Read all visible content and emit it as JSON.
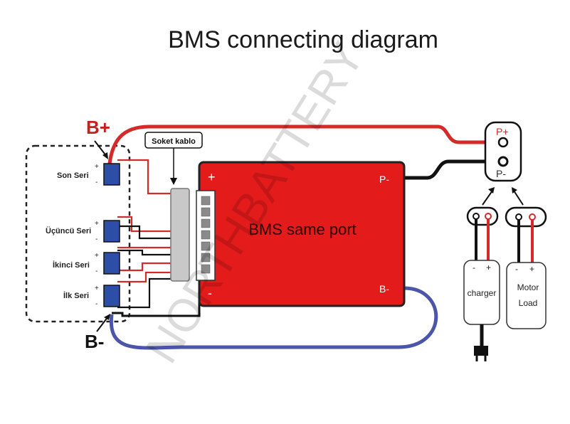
{
  "title": "BMS connecting diagram",
  "labels": {
    "b_plus": "B+",
    "b_minus": "B-",
    "socket_cable": "Soket kablo",
    "bms_center": "BMS same port",
    "port_p_minus": "P-",
    "port_b_minus": "B-",
    "port_plus": "+",
    "port_minus": "-",
    "output_p_plus": "P+",
    "output_p_minus": "P-",
    "charger": "charger",
    "motor_line1": "Motor",
    "motor_line2": "Load",
    "plus_sign": "+",
    "minus_sign": "-"
  },
  "cells": [
    {
      "name": "Son Seri"
    },
    {
      "name": "Üçüncü Seri"
    },
    {
      "name": "İkinci Seri"
    },
    {
      "name": "İlk Seri"
    }
  ],
  "watermark": "NORTHBATTERY",
  "colors": {
    "bms_body": "#e31b1b",
    "wire_red": "#d42a2a",
    "wire_black": "#111111",
    "wire_blue": "#4b56a8",
    "cell_blue": "#2c4ea8",
    "b_plus_red": "#c81e1e"
  }
}
